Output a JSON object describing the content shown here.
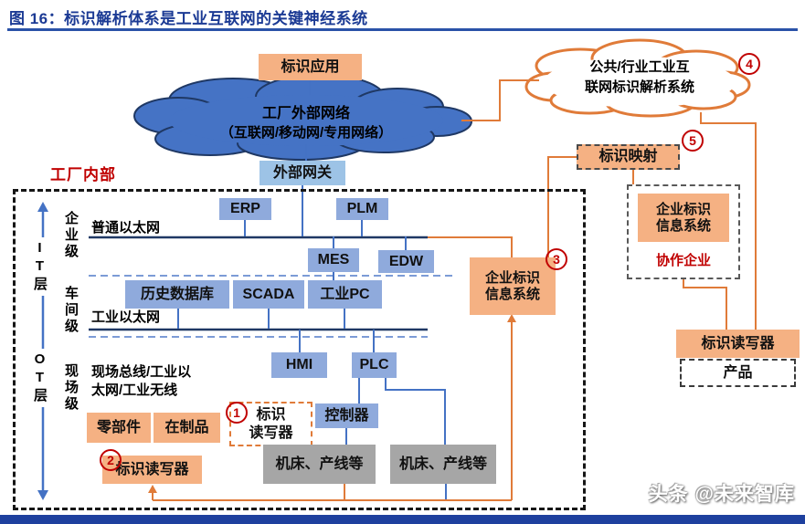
{
  "title": "图 16：标识解析体系是工业互联网的关键神经系统",
  "watermark": "头条 @未来智库",
  "colors": {
    "title_blue": "#1B3A94",
    "accent_orange_fill": "#F5B183",
    "accent_orange_line": "#E07B39",
    "node_blue_fill": "#8FAADC",
    "gateway_blue_fill": "#9DC3E6",
    "cloud_blue_fill": "#4573C5",
    "gray_fill": "#A6A6A6",
    "marker_red": "#C00000",
    "line_navy": "#1F3864",
    "line_blue": "#4472C4",
    "bottom_bar_blue": "#1E409E"
  },
  "external": {
    "app_label": "标识应用",
    "cloud_line1": "工厂外部网络",
    "cloud_line2": "（互联网/移动网/专用网络）",
    "gateway": "外部网关",
    "public_cloud_line1": "公共/行业工业互",
    "public_cloud_line2": "联网标识解析系统",
    "mapping": "标识映射"
  },
  "partner": {
    "system_line1": "企业标识",
    "system_line2": "信息系统",
    "label": "协作企业",
    "reader": "标识读写器",
    "product": "产品"
  },
  "factory": {
    "label": "工厂内部",
    "layers": {
      "it": "IT层",
      "ot": "OT层"
    },
    "levels": {
      "enterprise": "企业级",
      "workshop": "车间级",
      "field": "现场级"
    },
    "networks": {
      "ethernet": "普通以太网",
      "industrial_ethernet": "工业以太网",
      "fieldbus_line1": "现场总线/工业以",
      "fieldbus_line2": "太网/工业无线"
    },
    "nodes": {
      "erp": "ERP",
      "plm": "PLM",
      "mes": "MES",
      "edw": "EDW",
      "historian": "历史数据库",
      "scada": "SCADA",
      "ipc": "工业PC",
      "hmi": "HMI",
      "plc": "PLC",
      "controller": "控制器"
    },
    "items": {
      "parts": "零部件",
      "wip": "在制品"
    },
    "reader1_line1": "标识",
    "reader1_line2": "读写器",
    "reader2": "标识读写器",
    "machine": "机床、产线等",
    "id_system_line1": "企业标识",
    "id_system_line2": "信息系统"
  },
  "markers": {
    "m1": "1",
    "m2": "2",
    "m3": "3",
    "m4": "4",
    "m5": "5"
  }
}
